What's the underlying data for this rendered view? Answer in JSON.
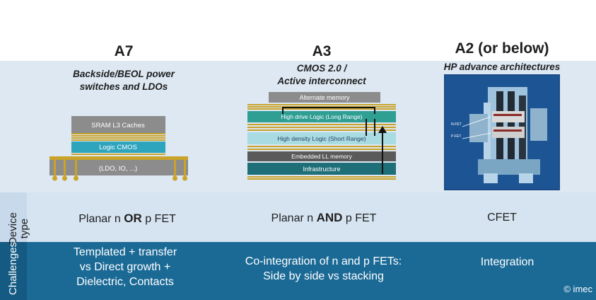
{
  "columns": [
    {
      "title": "A7",
      "subtitle_lines": [
        "Backside/BEOL power",
        "switches and LDOs"
      ],
      "device_type_parts": [
        "Planar n ",
        "OR",
        " p FET"
      ],
      "challenge_lines": [
        "Templated + transfer",
        "vs Direct growth +",
        "Dielectric, Contacts"
      ],
      "diagram": {
        "layers": [
          "SRAM L3 Caches",
          "Logic CMOS",
          "(LDO, IO, ...)"
        ]
      }
    },
    {
      "title": "A3",
      "subtitle_lines": [
        "CMOS 2.0 /",
        "Active interconnect"
      ],
      "device_type_parts": [
        "Planar n ",
        "AND",
        " p FET"
      ],
      "challenge_lines": [
        "Co-integration of n and p FETs:",
        "Side by side vs stacking"
      ],
      "diagram": {
        "layers": [
          "Alternate memory",
          "High drive Logic (Long Range)",
          "High density Logic (Short Range)",
          "Embedded LL memory",
          "Infrastructure"
        ]
      }
    },
    {
      "title": "A2 (or below)",
      "subtitle_lines": [
        "HP advance architectures"
      ],
      "device_type_parts": [
        "CFET"
      ],
      "challenge_lines": [
        "Integration"
      ],
      "diagram": {
        "labels": [
          "N-FET",
          "P-FET"
        ]
      }
    }
  ],
  "row_labels": {
    "device_type_lines": [
      "Device",
      "type"
    ],
    "challenges": "Challenges"
  },
  "watermark": "© imec",
  "colors": {
    "top_band": "#dde8f3",
    "device_band": "#d6e4f1",
    "challenge_band": "#1b6a96",
    "gold": "#c9a32a",
    "teal": "#2fa4bd",
    "gray": "#8c8c8c"
  }
}
